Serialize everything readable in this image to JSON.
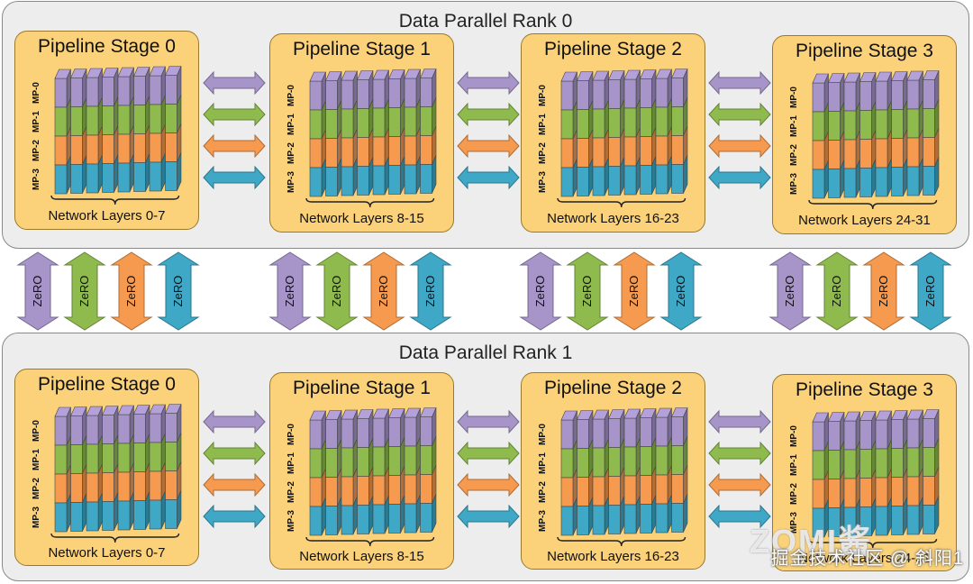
{
  "ranks": [
    {
      "title": "Data Parallel Rank 0",
      "stages": [
        {
          "title": "Pipeline Stage 0",
          "layers": "Network Layers 0-7"
        },
        {
          "title": "Pipeline Stage 1",
          "layers": "Network Layers 8-15"
        },
        {
          "title": "Pipeline Stage 2",
          "layers": "Network Layers 16-23"
        },
        {
          "title": "Pipeline Stage 3",
          "layers": "Network Layers 24-31"
        }
      ]
    },
    {
      "title": "Data Parallel Rank 1",
      "stages": [
        {
          "title": "Pipeline Stage 0",
          "layers": "Network Layers 0-7"
        },
        {
          "title": "Pipeline Stage 1",
          "layers": "Network Layers 8-15"
        },
        {
          "title": "Pipeline Stage 2",
          "layers": "Network Layers 16-23"
        },
        {
          "title": "Pipeline Stage 3",
          "layers": "Network Layers 24-31"
        }
      ]
    }
  ],
  "mp_labels": [
    "MP-0",
    "MP-1",
    "MP-2",
    "MP-3"
  ],
  "zero_label": "ZeRO",
  "colors": {
    "mp0": "#a795c9",
    "mp1": "#8fbb4e",
    "mp2": "#f59a4f",
    "mp3": "#3fa8c6",
    "stage_bg": "#fbd27a",
    "panel_bg": "#ededed"
  },
  "watermark": "掘金技术社区 @ 斜阳1",
  "watermark_logo": "ZOMI酱"
}
